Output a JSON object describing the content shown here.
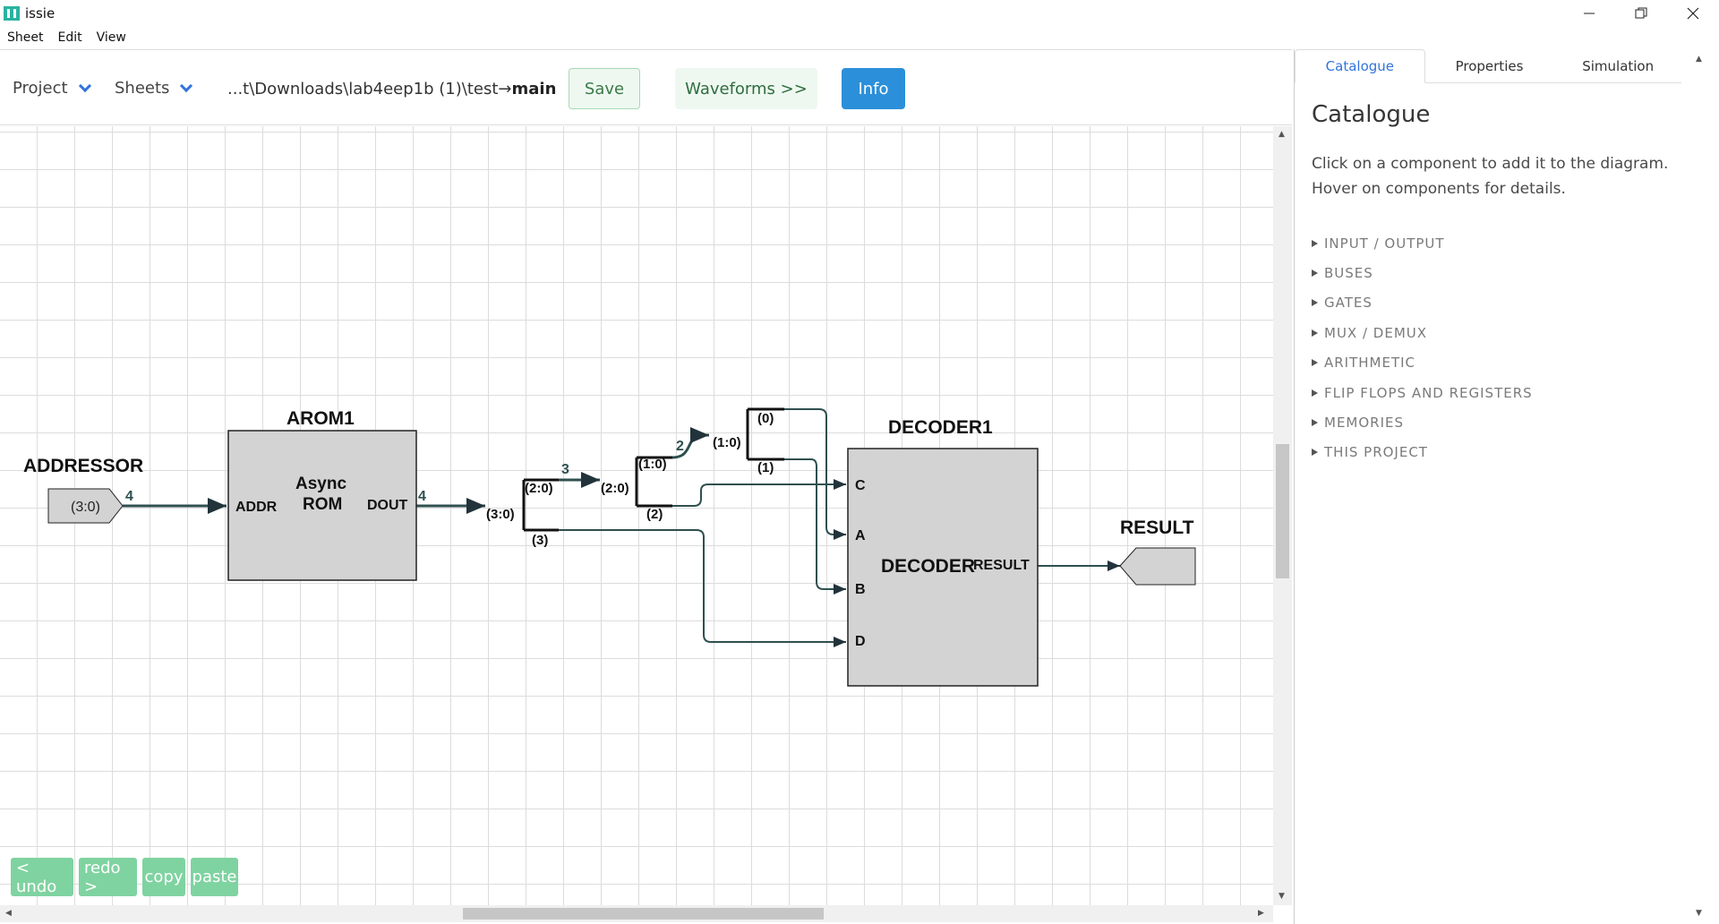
{
  "window": {
    "title": "issie",
    "controls": [
      "minimize-icon",
      "maximize-icon",
      "close-icon"
    ]
  },
  "menu": [
    "Sheet",
    "Edit",
    "View"
  ],
  "toolbar": {
    "project_label": "Project",
    "sheets_label": "Sheets",
    "path_prefix": "...t\\Downloads\\lab4eep1b (1)\\test→",
    "path_current": "main",
    "save_label": "Save",
    "waveforms_label": "Waveforms >>",
    "info_label": "Info"
  },
  "diagram": {
    "components": {
      "addressor": {
        "name": "ADDRESSOR",
        "label": "(3:0)",
        "width": "4"
      },
      "arom": {
        "name": "AROM1",
        "title1": "Async",
        "title2": "ROM",
        "in_port": "ADDR",
        "out_port": "DOUT",
        "out_width": "4"
      },
      "split1": {
        "in": "(3:0)",
        "out_top": "(2:0)",
        "out_bottom": "(3)",
        "width": "3"
      },
      "split2": {
        "in": "(2:0)",
        "out_top": "(1:0)",
        "out_bottom": "(2)",
        "width": "2"
      },
      "split3": {
        "in": "(1:0)",
        "out_top": "(0)",
        "out_bottom": "(1)"
      },
      "decoder": {
        "name": "DECODER1",
        "title": "DECODER",
        "ports": [
          "C",
          "A",
          "B",
          "D"
        ],
        "out_port": "RESULT"
      },
      "result": {
        "name": "RESULT"
      }
    }
  },
  "edit_buttons": [
    "< undo",
    "redo >",
    "copy",
    "paste"
  ],
  "right_panel": {
    "tabs": [
      "Catalogue",
      "Properties",
      "Simulation"
    ],
    "active_tab": "Catalogue",
    "title": "Catalogue",
    "description": "Click on a component to add it to the diagram. Hover on components for details.",
    "categories": [
      "INPUT / OUTPUT",
      "BUSES",
      "GATES",
      "MUX / DEMUX",
      "ARITHMETIC",
      "FLIP FLOPS AND REGISTERS",
      "MEMORIES",
      "THIS PROJECT"
    ]
  }
}
